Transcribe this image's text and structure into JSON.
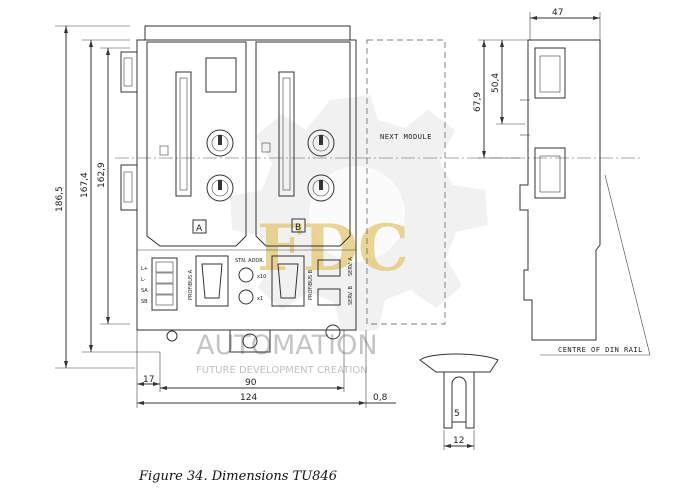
{
  "figure": {
    "caption": "Figure 34. Dimensions TU846"
  },
  "dimensions": {
    "height_outer": "186,5",
    "height_mid": "167,4",
    "height_inner": "162,9",
    "left_offset": "17",
    "module_width": "90",
    "total_width": "124",
    "right_gap": "0,8",
    "side_depth": "47",
    "side_connector": "50,4",
    "side_height": "67,9",
    "clip_inner": "5",
    "clip_outer": "12"
  },
  "callouts": {
    "next_module": "NEXT MODULE",
    "din_rail": "CENTRE OF DIN RAIL"
  },
  "module_labels": {
    "slot_a": "A",
    "slot_b": "B",
    "profibus_a": "PROFIBUS A",
    "profibus_b": "PROFIBUS B",
    "station_address": "STN. ADDR.",
    "x10": "x10",
    "x1": "x1",
    "serv_a": "SERV. A",
    "serv_b": "SERV. B",
    "terminal_pins": [
      "L+",
      "L-",
      "SA",
      "SB"
    ]
  },
  "watermark": {
    "letters": "FDC",
    "brand": "AUTOMATION",
    "tagline": "FUTURE DEVELOPMENT CREATION"
  },
  "colors": {
    "watermark_gold": "#e3c774",
    "watermark_gray": "#bfbfbf",
    "line": "#333333"
  }
}
